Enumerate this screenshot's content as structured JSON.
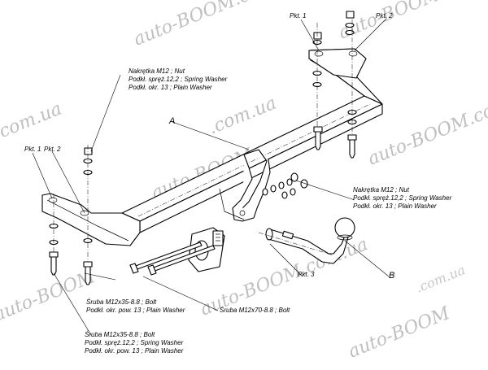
{
  "watermark": "auto-BOOM",
  "watermark_domain": "auto-BOOM.com.ua",
  "watermark_short": ".com.ua",
  "labels": {
    "pkt1_left": "Pkt. 1",
    "pkt2_left": "Pkt. 2",
    "pkt1_right": "Pkt. 1",
    "pkt2_right": "Pkt. 2",
    "pkt3": "Pkt. 3",
    "part_a": "A",
    "part_b": "B"
  },
  "callouts": {
    "nut_left": [
      "Nakrętka M12 ; Nut",
      "Podkł. spręż.12,2 ; Spring Washer",
      "Podkł. okr. 13 ; Plain Washer"
    ],
    "nut_right": [
      "Nakrętka M12 ; Nut",
      "Podkł. spręż.12,2 ; Spring Washer",
      "Podkł. okr. 13 ; Plain Washer"
    ],
    "bolt_m12x35_plain": [
      "Śruba M12x35-8.8 ;  Bolt",
      "Podkł. okr. pow. 13 ; Plain Washer"
    ],
    "bolt_m12x70": "Śruba M12x70-8.8 ;  Bolt",
    "bolt_m12x35_full": [
      "Śruba M12x35-8.8 ;  Bolt",
      "Podkł. spręż.12,2 ; Spring Washer",
      "Podkł. okr. pow. 13 ; Plain Washer"
    ]
  }
}
